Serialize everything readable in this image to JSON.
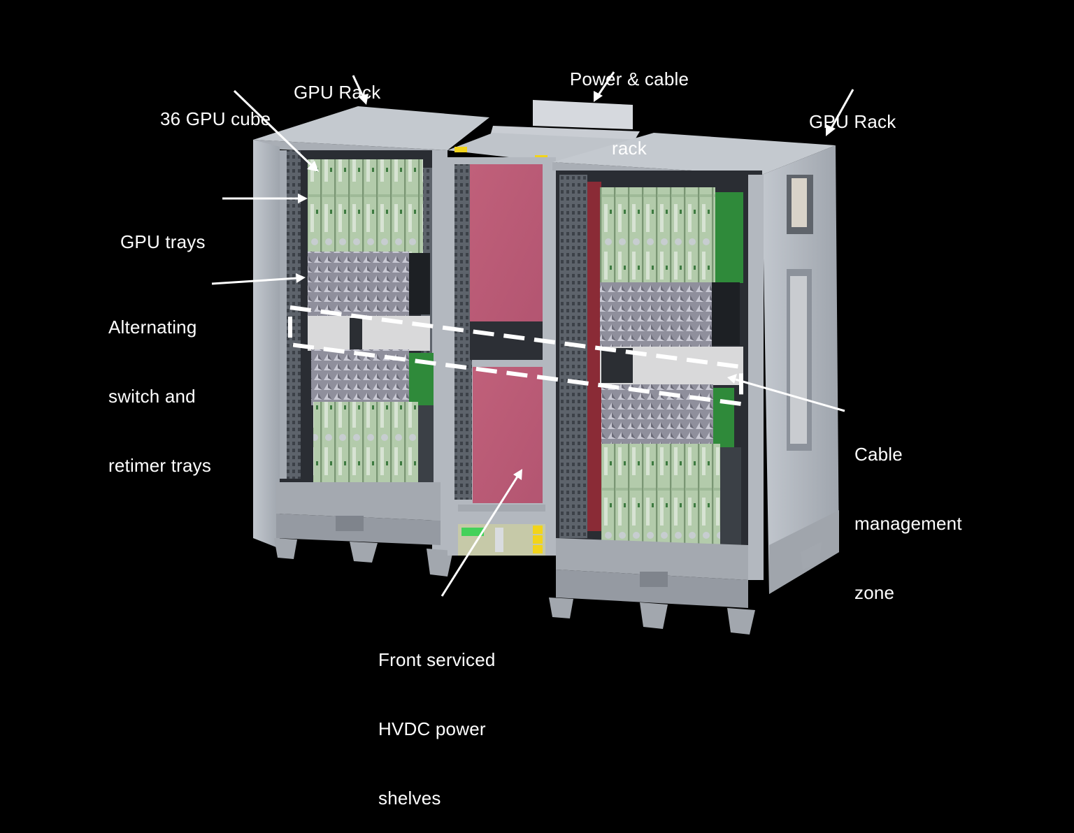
{
  "diagram": {
    "subject": "Dual GPU rack system with central power & cable rack",
    "background": "#000000",
    "colors": {
      "rack_frame": "#b9bec6",
      "rack_frame_dark": "#8c929b",
      "rack_top": "#c9cdd3",
      "gpu_tray": "#a9c3a2",
      "gpu_tray_dark": "#7e9a78",
      "switch_tray": "#9a9aa6",
      "power_panel": "#b85a73",
      "pcb_green": "#2f8a3a",
      "warning_label": "#f2d41b",
      "annotation": "#ffffff"
    },
    "labels": {
      "gpu_rack_left": [
        "GPU Rack"
      ],
      "cube": [
        "36 GPU cube"
      ],
      "power_cable_rack": [
        "Power & cable",
        "rack"
      ],
      "gpu_rack_right": [
        "GPU Rack"
      ],
      "gpu_trays": [
        "GPU trays"
      ],
      "switch_trays": [
        "Alternating",
        "switch and",
        "retimer trays"
      ],
      "cable_zone": [
        "Cable",
        "management",
        "zone"
      ],
      "hvdc": [
        "Front serviced",
        "HVDC power",
        "shelves"
      ]
    }
  }
}
